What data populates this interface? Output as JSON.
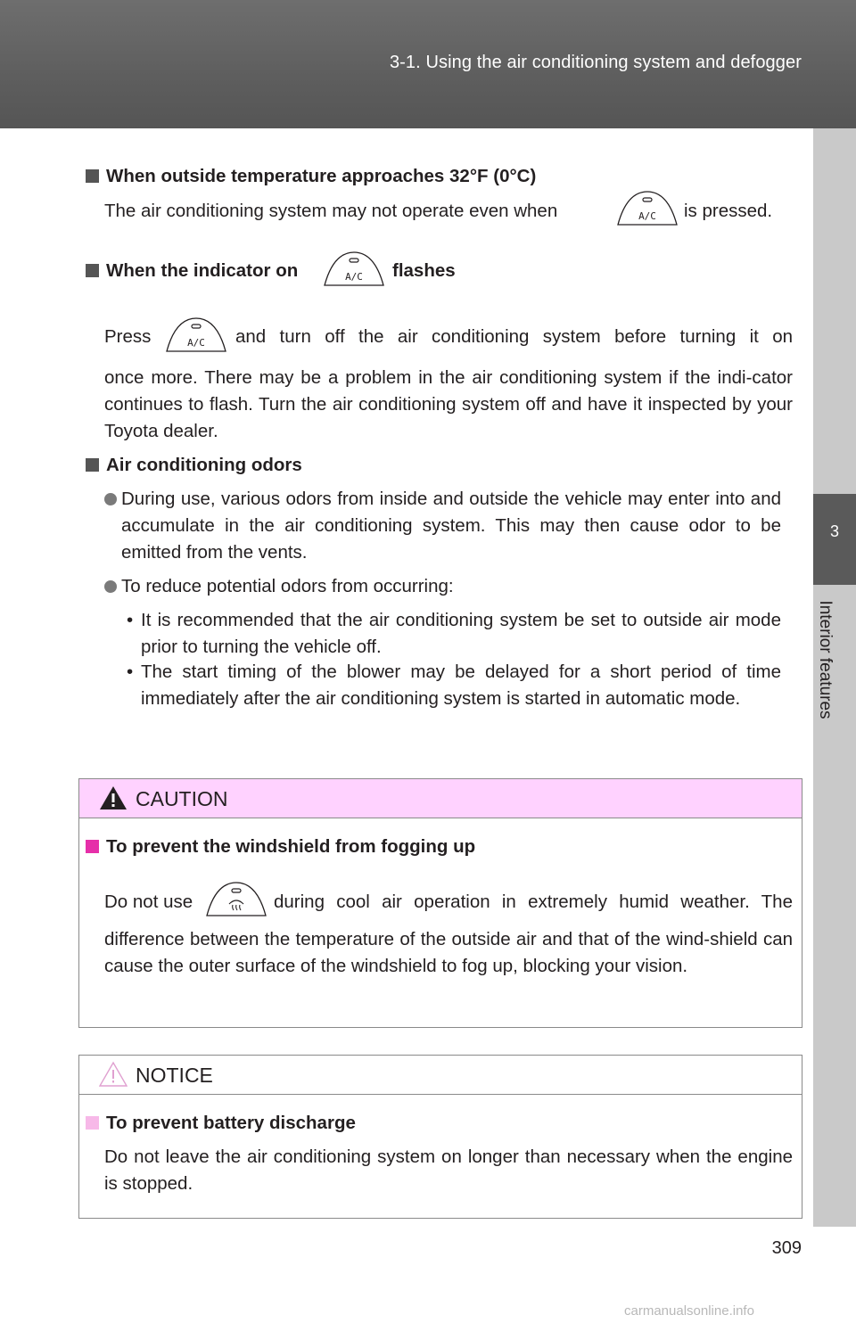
{
  "header": {
    "title": "3-1. Using the air conditioning system and defogger"
  },
  "side_tab": {
    "number": "3",
    "label": "Interior features"
  },
  "sections": {
    "s1": {
      "heading": "When outside temperature approaches 32°F (0°C)",
      "text_a": "The air conditioning system may not operate even when",
      "text_b": "is pressed."
    },
    "s2": {
      "heading_a": "When the indicator on",
      "heading_b": "flashes",
      "press_a": "Press",
      "press_b": "and turn off the air conditioning system before turning it on",
      "body": "once more. There may be a problem in the air conditioning system if the indi-cator continues to flash. Turn the air conditioning system off and have it inspected by your Toyota dealer."
    },
    "s3": {
      "heading": "Air conditioning odors",
      "bullet1": "During use, various odors from inside and outside the vehicle may enter into and accumulate in the air conditioning system. This may then cause odor to be emitted from the vents.",
      "bullet2": "To reduce potential odors from occurring:",
      "sub1": "It is recommended that the air conditioning system be set to outside air mode prior to turning the vehicle off.",
      "sub2": "The start timing of the blower may be delayed for a short period of time immediately after the air conditioning system is started in automatic mode."
    }
  },
  "caution": {
    "title": "CAUTION",
    "heading": "To prevent the windshield from fogging up",
    "text_a": "Do not use",
    "text_b": "during cool air operation in extremely humid weather. The",
    "body": "difference between the temperature of the outside air and that of the wind-shield can cause the outer surface of the windshield to fog up, blocking your vision."
  },
  "notice": {
    "title": "NOTICE",
    "heading": "To prevent battery discharge",
    "body": "Do not leave the air conditioning system on longer than necessary when the engine is stopped."
  },
  "icons": {
    "ac_button_label": "A/C"
  },
  "page_number": "309",
  "watermark": "carmanualsonline.info",
  "colors": {
    "header_bg": "#5e5e5e",
    "caution_bg": "#ffd2ff",
    "caution_marker": "#e62fa9",
    "notice_marker": "#f7b8e8"
  }
}
